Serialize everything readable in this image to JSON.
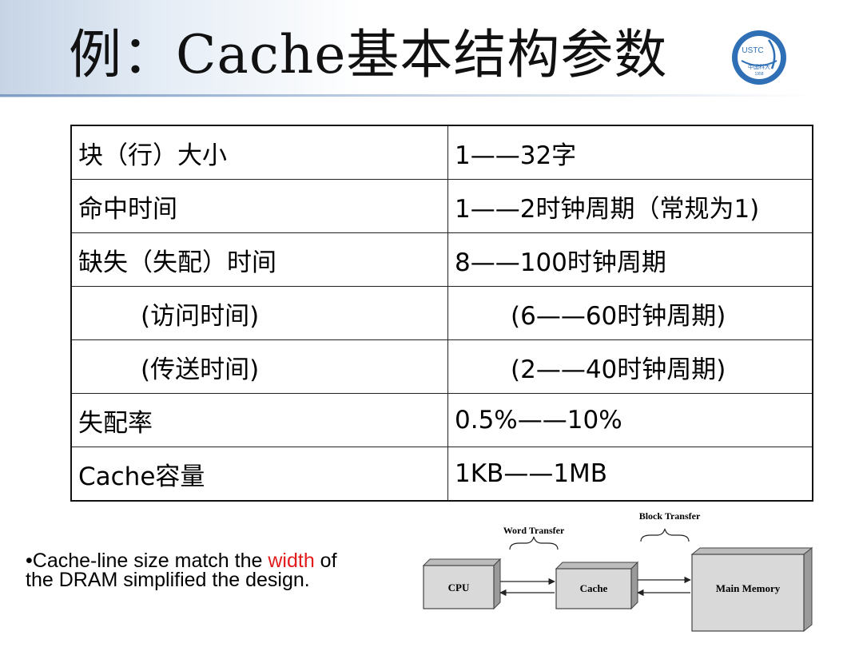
{
  "slide": {
    "title": "例：Cache基本结构参数",
    "logo_text": "USTC",
    "logo_subtext": "中国科大",
    "logo_year": "1958"
  },
  "table": {
    "rows": [
      {
        "param": "块（行）大小",
        "value": "1——32字",
        "indent": false
      },
      {
        "param": "命中时间",
        "value": "1——2时钟周期（常规为1)",
        "indent": false
      },
      {
        "param": "缺失（失配）时间",
        "value": "8——100时钟周期",
        "indent": false
      },
      {
        "param": "(访问时间)",
        "value": "(6——60时钟周期)",
        "indent": true
      },
      {
        "param": "(传送时间)",
        "value": "(2——40时钟周期)",
        "indent": true
      },
      {
        "param": "失配率",
        "value": "0.5%——10%",
        "indent": false
      },
      {
        "param": "Cache容量",
        "value": "1KB——1MB",
        "indent": false
      }
    ]
  },
  "note": {
    "bullet": "•",
    "line1_before": "Cache-line size match the ",
    "line1_highlight": "width",
    "line1_after": " of",
    "line2": "the DRAM  simplified the design."
  },
  "diagram": {
    "cpu_label": "CPU",
    "cache_label": "Cache",
    "memory_label": "Main Memory",
    "word_transfer_label": "Word Transfer",
    "block_transfer_label": "Block Transfer"
  },
  "colors": {
    "highlight": "#e31b1b",
    "logo_blue": "#2f6fb5",
    "box_fill": "#d9d9d9"
  }
}
